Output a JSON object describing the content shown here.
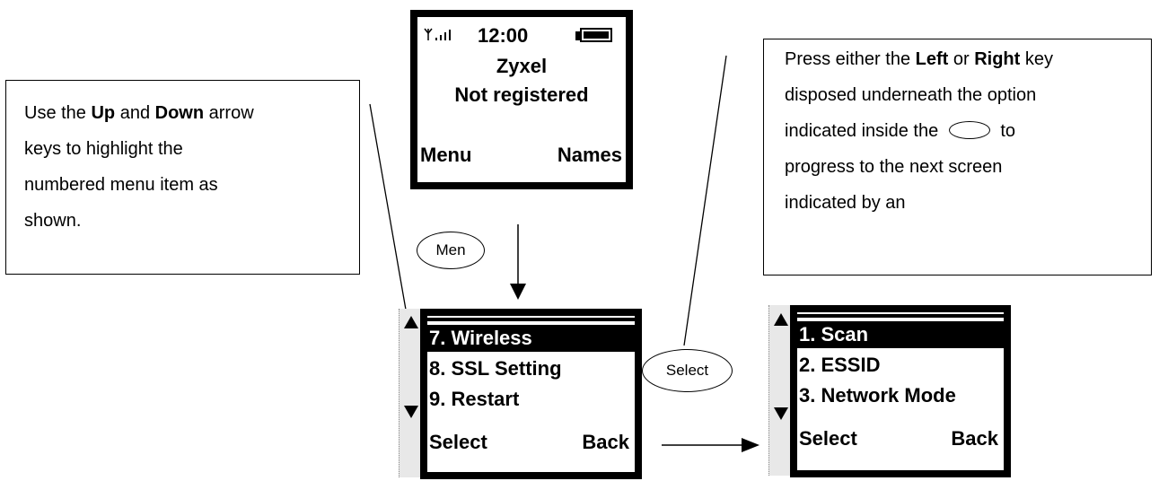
{
  "left_callout": {
    "line1_a": "Use the ",
    "line1_up": "Up",
    "line1_b": " and ",
    "line1_down": "Down",
    "line1_c": " arrow",
    "line2": "keys to highlight the",
    "line3": "numbered menu item as",
    "line4": "shown."
  },
  "right_callout": {
    "line1_a": "Press either the ",
    "line1_left": "Left",
    "line1_b": " or ",
    "line1_right": "Right",
    "line1_c": " key",
    "line2": "disposed underneath the option",
    "line3_a": "indicated inside the",
    "line3_b": "to",
    "line4": "progress to the next screen",
    "line5": "indicated by an"
  },
  "idle_screen": {
    "time": "12:00",
    "brand": "Zyxel",
    "status": "Not registered",
    "left_soft": "Menu",
    "right_soft": "Names"
  },
  "menu_oval_label": "Men",
  "select_oval_label": "Select",
  "menu_screen": {
    "items": [
      "7. Wireless",
      "8. SSL Setting",
      "9. Restart"
    ],
    "left_soft": "Select",
    "right_soft": "Back"
  },
  "wireless_screen": {
    "items": [
      "1. Scan",
      "2. ESSID",
      "3. Network Mode"
    ],
    "left_soft": "Select",
    "right_soft": "Back"
  },
  "colors": {
    "screen_border": "#000000",
    "scrollbar": "#e8e8e8",
    "highlight": "#000000"
  }
}
